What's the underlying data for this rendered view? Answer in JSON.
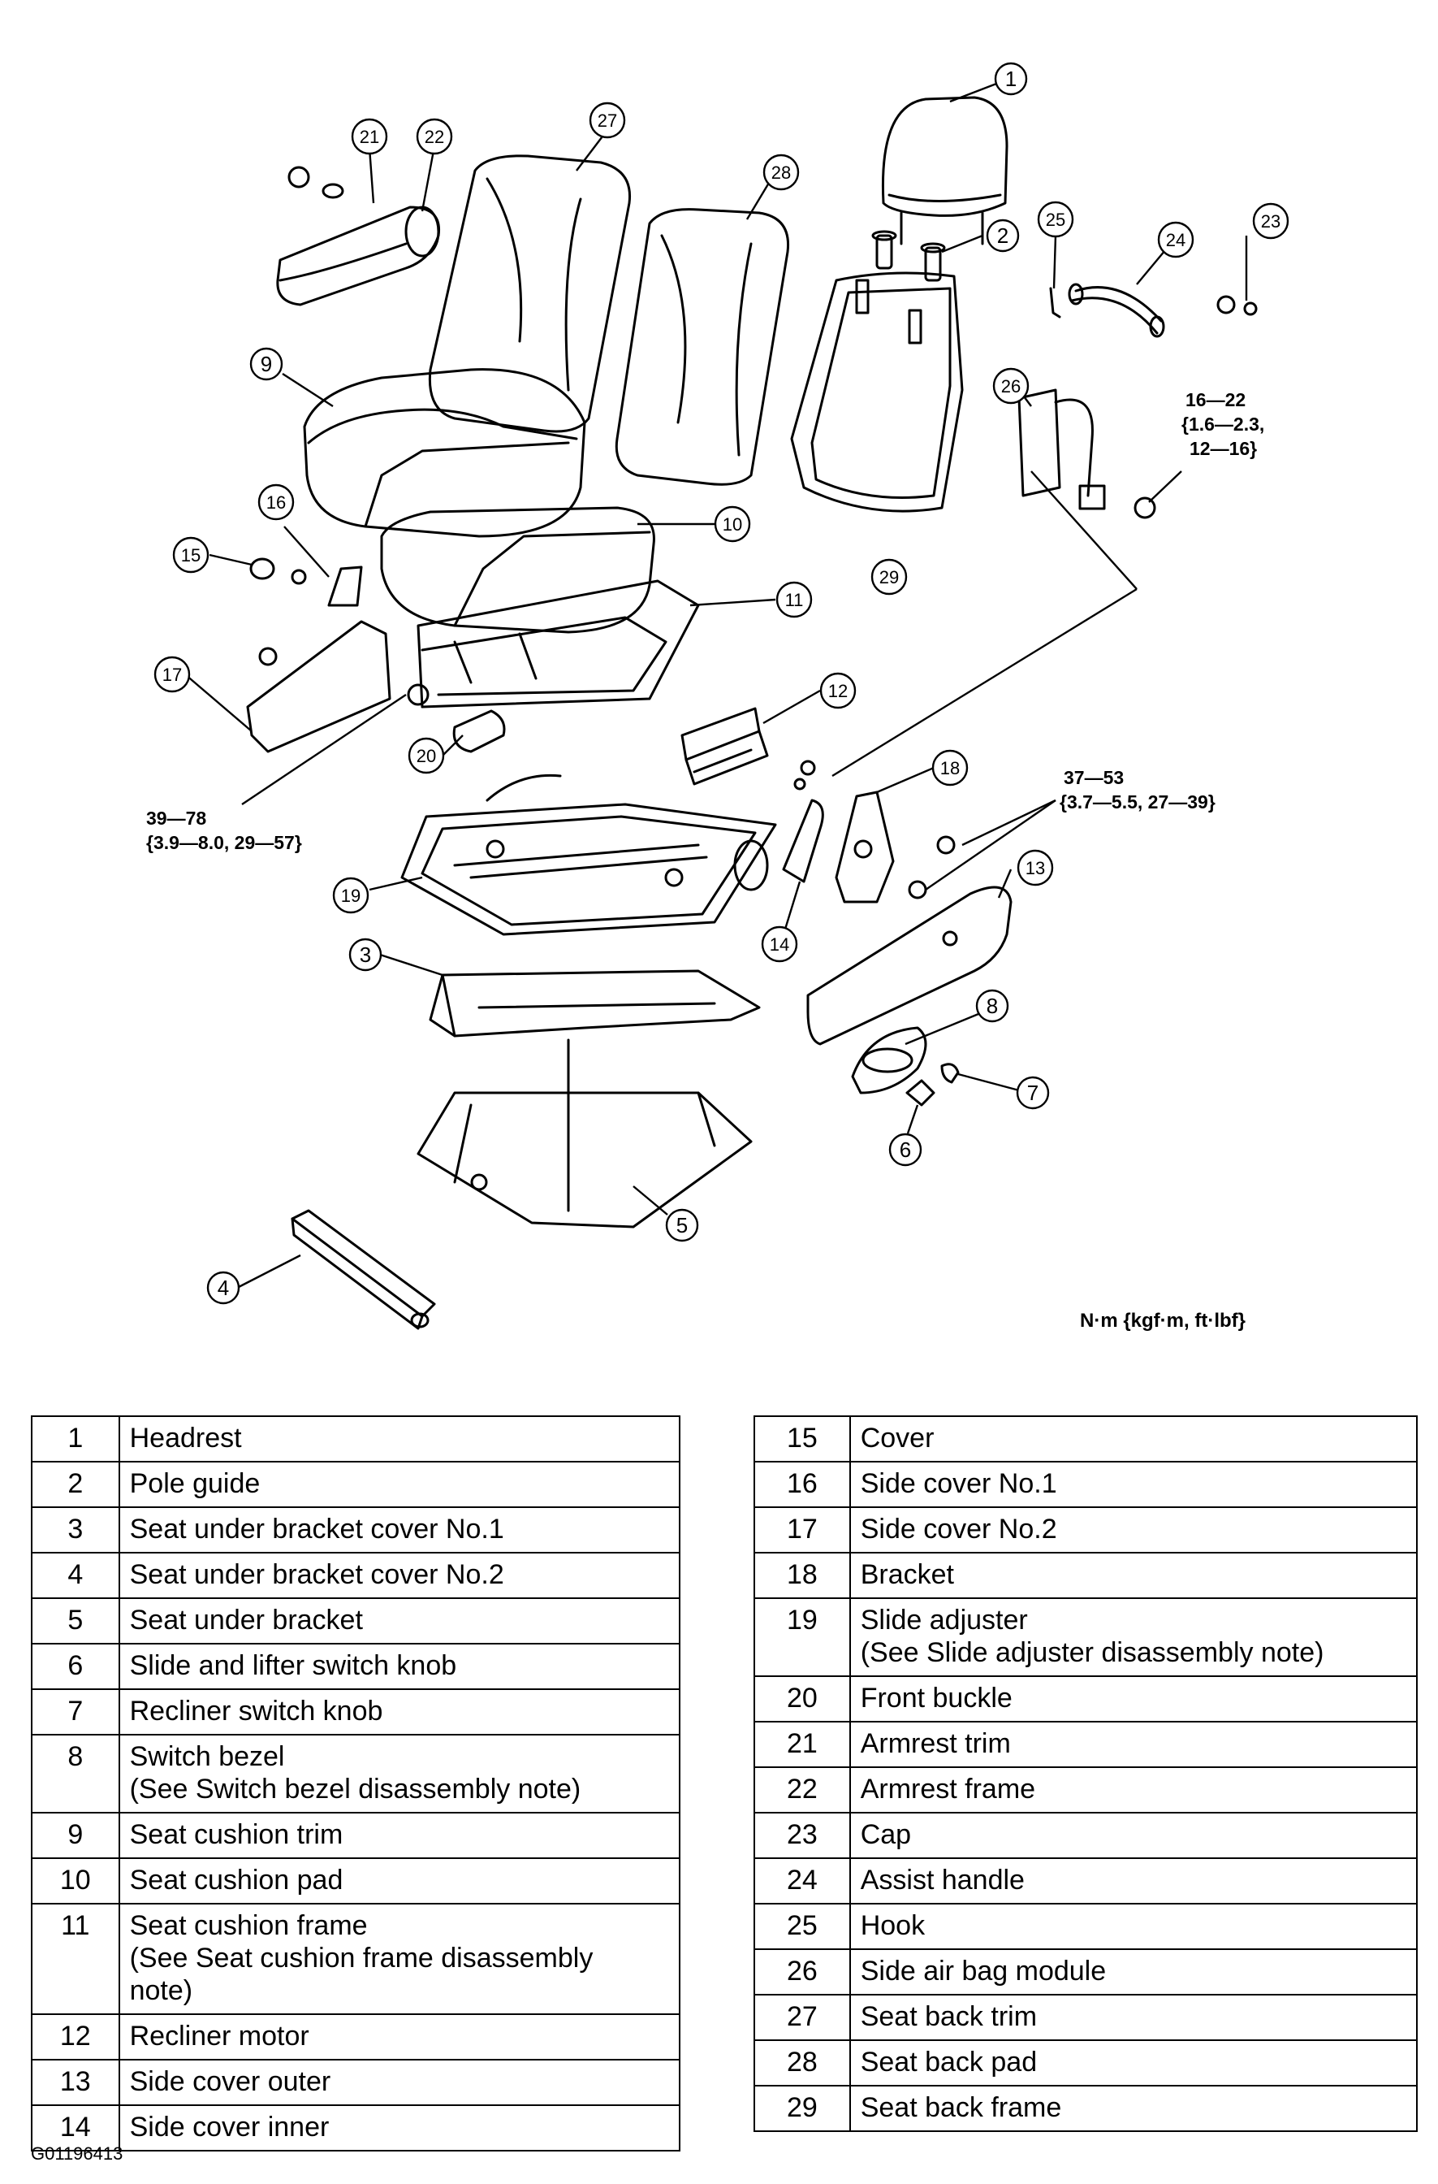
{
  "callouts": [
    "1",
    "2",
    "3",
    "4",
    "5",
    "6",
    "7",
    "8",
    "9",
    "10",
    "11",
    "12",
    "13",
    "14",
    "15",
    "16",
    "17",
    "18",
    "19",
    "20",
    "21",
    "22",
    "23",
    "24",
    "25",
    "26",
    "27",
    "28",
    "29"
  ],
  "torque_specs": {
    "spec_a": {
      "line1": "16—22",
      "line2": "{1.6—2.3,",
      "line3": "12—16}"
    },
    "spec_b": {
      "line1": "37—53",
      "line2": "{3.7—5.5, 27—39}"
    },
    "spec_c": {
      "line1": "39—78",
      "line2": "{3.9—8.0, 29—57}"
    }
  },
  "units_note": "N·m {kgf·m, ft·lbf}",
  "parts_left": [
    {
      "num": "1",
      "name": "Headrest"
    },
    {
      "num": "2",
      "name": "Pole guide"
    },
    {
      "num": "3",
      "name": "Seat under bracket cover No.1"
    },
    {
      "num": "4",
      "name": "Seat under bracket cover No.2"
    },
    {
      "num": "5",
      "name": "Seat under bracket"
    },
    {
      "num": "6",
      "name": "Slide and lifter switch knob"
    },
    {
      "num": "7",
      "name": "Recliner switch knob"
    },
    {
      "num": "8",
      "name": "Switch bezel\n(See Switch bezel disassembly note)"
    },
    {
      "num": "9",
      "name": "Seat cushion trim"
    },
    {
      "num": "10",
      "name": "Seat cushion pad"
    },
    {
      "num": "11",
      "name": "Seat cushion frame\n(See Seat cushion frame disassembly\nnote)"
    },
    {
      "num": "12",
      "name": "Recliner motor"
    },
    {
      "num": "13",
      "name": "Side cover outer"
    },
    {
      "num": "14",
      "name": "Side cover inner"
    }
  ],
  "parts_right": [
    {
      "num": "15",
      "name": "Cover"
    },
    {
      "num": "16",
      "name": "Side cover No.1"
    },
    {
      "num": "17",
      "name": "Side cover No.2"
    },
    {
      "num": "18",
      "name": "Bracket"
    },
    {
      "num": "19",
      "name": "Slide adjuster\n(See Slide adjuster disassembly note)"
    },
    {
      "num": "20",
      "name": "Front buckle"
    },
    {
      "num": "21",
      "name": "Armrest trim"
    },
    {
      "num": "22",
      "name": "Armrest frame"
    },
    {
      "num": "23",
      "name": "Cap"
    },
    {
      "num": "24",
      "name": "Assist handle"
    },
    {
      "num": "25",
      "name": "Hook"
    },
    {
      "num": "26",
      "name": "Side air bag module"
    },
    {
      "num": "27",
      "name": "Seat back trim"
    },
    {
      "num": "28",
      "name": "Seat back pad"
    },
    {
      "num": "29",
      "name": "Seat back frame"
    }
  ],
  "figure_code": "G01196413"
}
